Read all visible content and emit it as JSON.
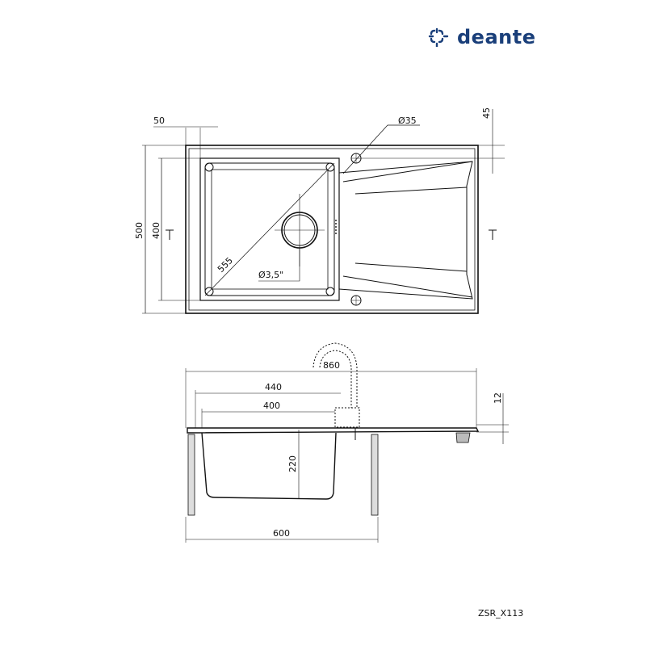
{
  "brand": {
    "name": "deante",
    "color": "#1a3f7a"
  },
  "product_code": "ZSR_X113",
  "top_view": {
    "dimensions": {
      "overall_depth": "500",
      "bowl_depth": "400",
      "bowl_offset_left": "50",
      "tap_hole_offset_top": "45",
      "tap_hole_diameter": "Ø35",
      "bowl_diagonal": "555",
      "drain_diameter": "Ø3,5\""
    }
  },
  "side_view": {
    "dimensions": {
      "overall_width": "860",
      "bowl_outer_width": "440",
      "bowl_inner_width": "400",
      "bowl_height": "220",
      "rim_thickness": "12",
      "cabinet_width": "600"
    }
  }
}
